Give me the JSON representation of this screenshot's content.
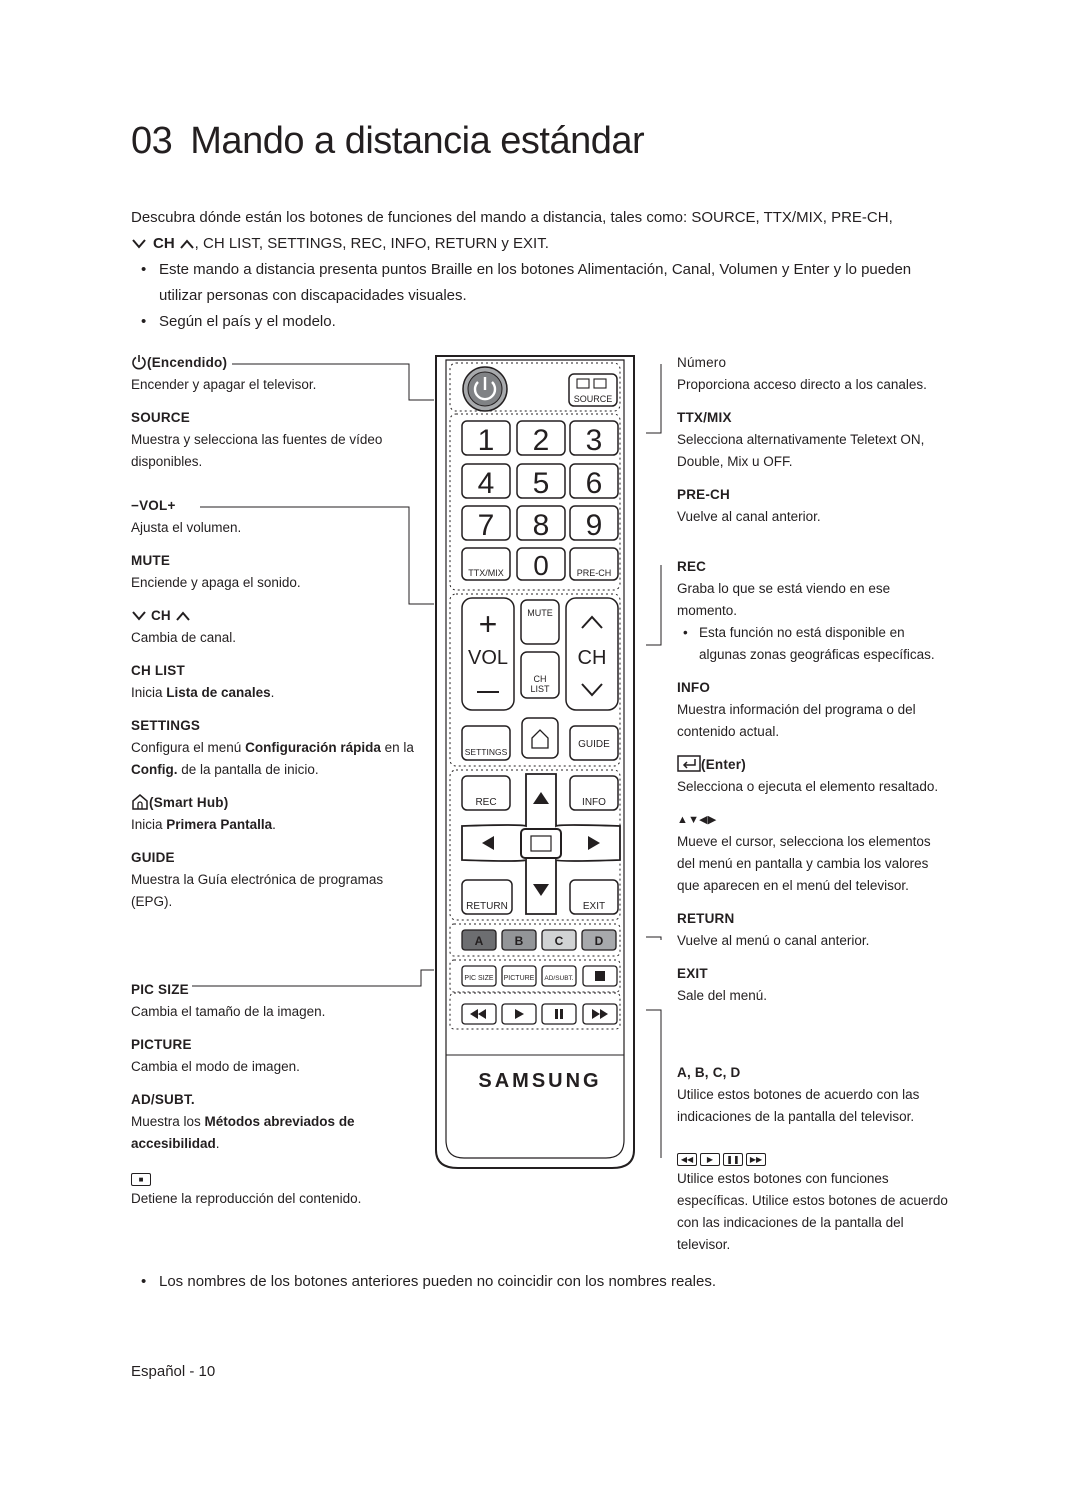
{
  "title": {
    "number": "03",
    "text": "Mando a distancia estándar"
  },
  "intro": {
    "line1": "Descubra dónde están los botones de funciones del mando a distancia, tales como: SOURCE, TTX/MIX, PRE-CH,",
    "line2_ch": "CH",
    "line2_rest": ", CH LIST, SETTINGS, REC, INFO, RETURN y EXIT.",
    "bullet1": "Este mando a distancia presenta puntos Braille en los botones Alimentación, Canal, Volumen y Enter y lo pueden utilizar personas con discapacidades visuales.",
    "bullet2": "Según el país y el modelo."
  },
  "left": {
    "power_h": "(Encendido)",
    "power_d": "Encender y apagar el televisor.",
    "source_h": "SOURCE",
    "source_d": "Muestra y selecciona las fuentes de vídeo disponibles.",
    "vol_h": "VOL",
    "vol_d": "Ajusta el volumen.",
    "mute_h": "MUTE",
    "mute_d": "Enciende y apaga el sonido.",
    "ch_h": "CH",
    "ch_d": "Cambia de canal.",
    "chlist_h": "CH LIST",
    "chlist_d1": "Inicia ",
    "chlist_d2": "Lista de canales",
    "chlist_d3": ".",
    "settings_h": "SETTINGS",
    "settings_d1": "Configura el menú ",
    "settings_d2": "Configuración rápida",
    "settings_d3": " en la ",
    "settings_d4": "Config.",
    "settings_d5": " de la pantalla de inicio.",
    "smarthub_h": "(Smart Hub)",
    "smarthub_d1": "Inicia ",
    "smarthub_d2": "Primera Pantalla",
    "smarthub_d3": ".",
    "guide_h": "GUIDE",
    "guide_d": "Muestra la Guía electrónica de programas (EPG).",
    "picsize_h": "PIC SIZE",
    "picsize_d": "Cambia el tamaño de la imagen.",
    "picture_h": "PICTURE",
    "picture_d": "Cambia el modo de imagen.",
    "adsubt_h": "AD/SUBT.",
    "adsubt_d1": "Muestra los ",
    "adsubt_d2": "Métodos abreviados de accesibilidad",
    "adsubt_d3": ".",
    "stop_d": "Detiene la reproducción del contenido."
  },
  "right": {
    "numero_h": "Número",
    "numero_d": "Proporciona acceso directo a los canales.",
    "ttx_h": "TTX/MIX",
    "ttx_d": "Selecciona alternativamente Teletext ON, Double, Mix u OFF.",
    "prech_h": "PRE-CH",
    "prech_d": "Vuelve al canal anterior.",
    "rec_h": "REC",
    "rec_d": "Graba lo que se está viendo en ese momento.",
    "rec_note": "Esta función no está disponible en algunas zonas geográficas específicas.",
    "info_h": "INFO",
    "info_d": "Muestra información del programa o del contenido actual.",
    "enter_h": "(Enter)",
    "enter_d": "Selecciona o ejecuta el elemento resaltado.",
    "arrows_d": "Mueve el cursor, selecciona los elementos del menú en pantalla y cambia los valores que aparecen en el menú del televisor.",
    "return_h": "RETURN",
    "return_d": "Vuelve al menú o canal anterior.",
    "exit_h": "EXIT",
    "exit_d": "Sale del menú.",
    "abcd_h": "A, B, C, D",
    "abcd_d": "Utilice estos botones de acuerdo con las indicaciones de la pantalla del televisor.",
    "media_d": "Utilice estos botones con funciones específicas. Utilice estos botones de acuerdo con las indicaciones de la pantalla del televisor."
  },
  "remote": {
    "source": "SOURCE",
    "digits": [
      "1",
      "2",
      "3",
      "4",
      "5",
      "6",
      "7",
      "8",
      "9"
    ],
    "zero": "0",
    "ttx": "TTX/MIX",
    "prech": "PRE-CH",
    "vol": "VOL",
    "ch": "CH",
    "mute": "MUTE",
    "chlist_a": "CH",
    "chlist_b": "LIST",
    "settings": "SETTINGS",
    "guide": "GUIDE",
    "rec": "REC",
    "info": "INFO",
    "return": "RETURN",
    "exit": "EXIT",
    "color_keys": [
      "A",
      "B",
      "C",
      "D"
    ],
    "picsize": "PIC SIZE",
    "picture": "PICTURE",
    "adsubt": "AD/SUBT.",
    "brand": "SAMSUNG",
    "colors": {
      "outline": "#231f20",
      "a_key": "#6d6e71",
      "b_key": "#939598",
      "c_key": "#d1d3d4",
      "d_key": "#a7a9ac",
      "power_ring": "#808285"
    }
  },
  "note": "Los nombres de los botones anteriores pueden no coincidir con los nombres reales.",
  "footer": "Español - 10"
}
